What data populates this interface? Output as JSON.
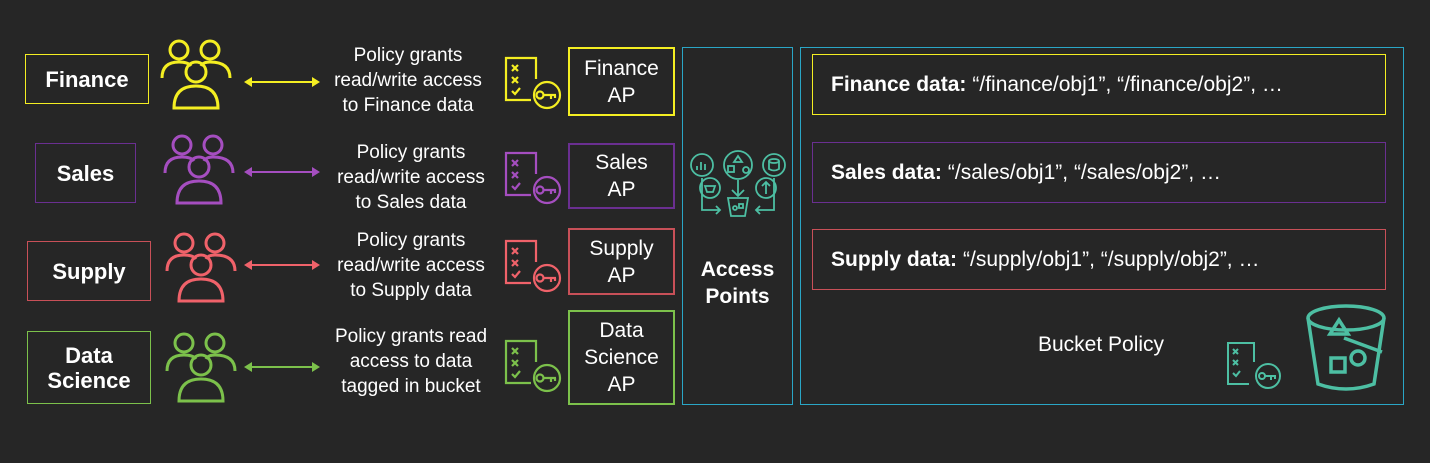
{
  "rows": [
    {
      "team": "Finance",
      "policy": "Policy grants\nread/write access\nto Finance data",
      "ap": "Finance\nAP",
      "color": "#f4ee22"
    },
    {
      "team": "Sales",
      "policy": "Policy grants\nread/write access\nto Sales data",
      "ap": "Sales\nAP",
      "color": "#a54ec0"
    },
    {
      "team": "Supply",
      "policy": "Policy grants\nread/write access\nto Supply data",
      "ap": "Supply\nAP",
      "color": "#f0626a"
    },
    {
      "team": "Data\nScience",
      "policy": "Policy grants read\naccess to data\ntagged in bucket",
      "ap": "Data\nScience\nAP",
      "color": "#7cc14b"
    }
  ],
  "access_points": {
    "label": "Access\nPoints",
    "color": "#2aa6c6"
  },
  "bucket": {
    "prefixes": [
      {
        "name": "Finance data:",
        "paths": "“/finance/obj1”, “/finance/obj2”, …",
        "color": "#f4ee22"
      },
      {
        "name": "Sales data:",
        "paths": "“/sales/obj1”, “/sales/obj2”, …",
        "color": "#6a2f91"
      },
      {
        "name": "Supply data:",
        "paths": "“/supply/obj1”, “/supply/obj2”, …",
        "color": "#c85058"
      }
    ],
    "policy_label": "Bucket Policy",
    "icon_color": "#4dbfa3"
  }
}
